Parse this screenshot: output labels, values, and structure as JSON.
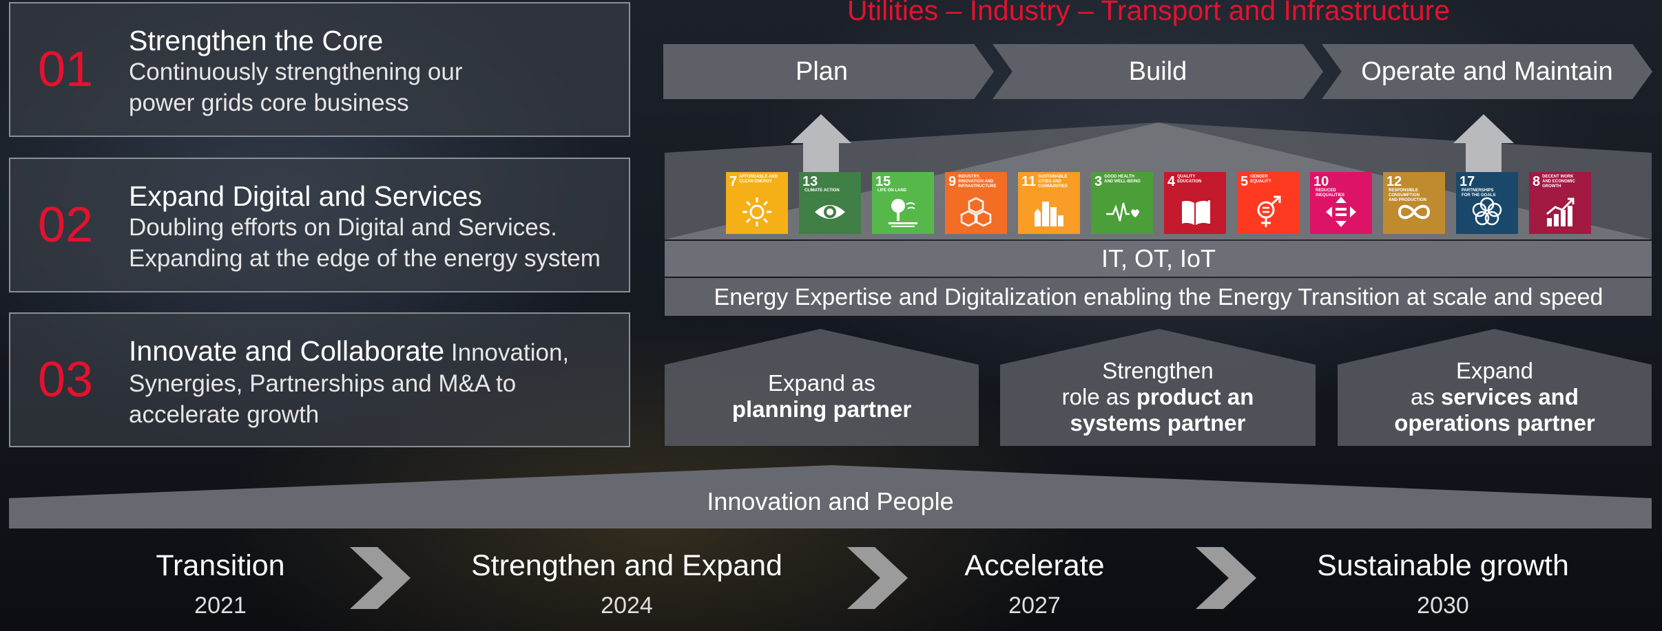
{
  "strategy_cards": [
    {
      "number": "01",
      "title": "Strengthen the Core",
      "description_lines": [
        "Continuously strengthening our",
        "power grids core business"
      ]
    },
    {
      "number": "02",
      "title": "Expand Digital and Services",
      "description_lines": [
        "Doubling efforts on Digital and Services.",
        "Expanding at the edge of  the energy system"
      ]
    },
    {
      "number": "03",
      "title": "Innovate and Collaborate",
      "title_suffix": " Innovation,",
      "description_lines": [
        "Synergies, Partnerships and M&A to",
        "accelerate growth"
      ]
    }
  ],
  "header_line": "Utilities – Industry – Transport and Infrastructure",
  "lifecycle": [
    "Plan",
    "Build",
    "Operate and Maintain"
  ],
  "sdg_goals": [
    {
      "num": "7",
      "caption": "AFFORDABLE AND CLEAN ENERGY",
      "color": "#f5b018",
      "icon": "sun-icon"
    },
    {
      "num": "13",
      "caption": "CLIMATE ACTION",
      "color": "#407f46",
      "icon": "eye-icon"
    },
    {
      "num": "15",
      "caption": "LIFE ON LAND",
      "color": "#56b84a",
      "icon": "tree-icon"
    },
    {
      "num": "9",
      "caption": "INDUSTRY, INNOVATION AND INFRASTRUCTURE",
      "color": "#f36d25",
      "icon": "cubes-icon"
    },
    {
      "num": "11",
      "caption": "SUSTAINABLE CITIES AND COMMUNITIES",
      "color": "#f99d26",
      "icon": "city-icon"
    },
    {
      "num": "3",
      "caption": "GOOD HEALTH AND WELL-BEING",
      "color": "#4c9f38",
      "icon": "heartbeat-icon"
    },
    {
      "num": "4",
      "caption": "QUALITY EDUCATION",
      "color": "#c5192d",
      "icon": "book-icon"
    },
    {
      "num": "5",
      "caption": "GENDER EQUALITY",
      "color": "#ff3a21",
      "icon": "gender-icon"
    },
    {
      "num": "10",
      "caption": "REDUCED INEQUALITIES",
      "color": "#dd1367",
      "icon": "equality-icon"
    },
    {
      "num": "12",
      "caption": "RESPONSIBLE CONSUMPTION AND PRODUCTION",
      "color": "#bf8b2e",
      "icon": "infinity-icon"
    },
    {
      "num": "17",
      "caption": "PARTNERSHIPS FOR THE GOALS",
      "color": "#19486a",
      "icon": "rings-icon"
    },
    {
      "num": "8",
      "caption": "DECENT WORK AND ECONOMIC GROWTH",
      "color": "#a21942",
      "icon": "growth-chart-icon"
    }
  ],
  "tech_band": "IT, OT, IoT",
  "expertise_band": "Energy Expertise and Digitalization enabling the Energy Transition at scale and speed",
  "pillars": [
    {
      "lines": [
        {
          "plain": "Expand as",
          "bold": ""
        },
        {
          "plain": "",
          "bold": "planning partner"
        }
      ]
    },
    {
      "lines": [
        {
          "plain": "Strengthen",
          "bold": ""
        },
        {
          "plain": "role as ",
          "bold": "product an"
        },
        {
          "plain": "",
          "bold": "systems partner"
        }
      ]
    },
    {
      "lines": [
        {
          "plain": "Expand",
          "bold": ""
        },
        {
          "plain": "as ",
          "bold": "services and"
        },
        {
          "plain": "",
          "bold": "operations partner"
        }
      ]
    }
  ],
  "foundation": "Innovation and People",
  "milestones": [
    {
      "title": "Transition",
      "year": "2021"
    },
    {
      "title": "Strengthen and Expand",
      "year": "2024"
    },
    {
      "title": "Accelerate",
      "year": "2027"
    },
    {
      "title": "Sustainable growth",
      "year": "2030"
    }
  ],
  "colors": {
    "accent_red": "#e4122e",
    "panel_grey": "#5d6066",
    "card_border": "#8d9096"
  }
}
